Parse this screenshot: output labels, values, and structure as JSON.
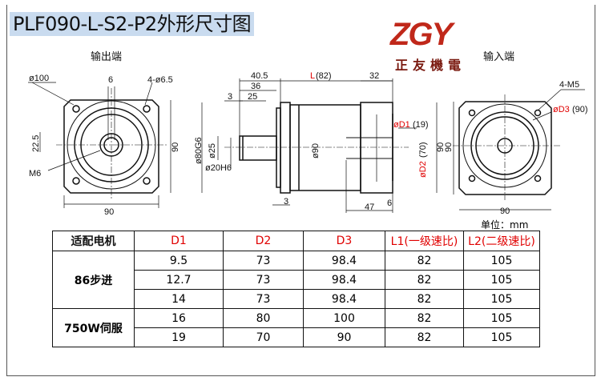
{
  "title": "PLF090-L-S2-P2外形尺寸图",
  "logo": {
    "text": "ZGY",
    "subtitle": "正友機電",
    "color": "#c0281a"
  },
  "output_view": {
    "label": "输出端",
    "dims": {
      "pcd": "ø100",
      "key": "6",
      "holes": "4-ø6.5",
      "shaft_height": "22.5",
      "height": "90",
      "width": "90",
      "thread": "M6"
    }
  },
  "side_view": {
    "dims": {
      "d40_5": "40.5",
      "d36": "36",
      "d3a": "3",
      "d25": "25",
      "L_prefix": "L",
      "L_value": "(82)",
      "d32": "32",
      "pilot": "ø80G6",
      "shaft": "ø25",
      "bore": "ø20H6",
      "body": "ø90",
      "d3b": "3",
      "d47": "47",
      "d6": "6",
      "height": "90",
      "D1_prefix": "øD1",
      "D1_value": "(19)",
      "D2_prefix": "øD2",
      "D2_value": "(70)"
    }
  },
  "input_view": {
    "label": "输入端",
    "dims": {
      "holes": "4-M5",
      "D3_prefix": "øD3",
      "D3_value": "(90)",
      "height": "90",
      "width": "90"
    }
  },
  "unit": "单位：mm",
  "table": {
    "headers": [
      "适配电机",
      "D1",
      "D2",
      "D3",
      "L1(一级速比)",
      "L2(二级速比)"
    ],
    "groups": [
      {
        "motor": "86步进",
        "rows": [
          [
            "9.5",
            "73",
            "98.4",
            "82",
            "105"
          ],
          [
            "12.7",
            "73",
            "98.4",
            "82",
            "105"
          ],
          [
            "14",
            "73",
            "98.4",
            "82",
            "105"
          ]
        ]
      },
      {
        "motor": "750W伺服",
        "rows": [
          [
            "16",
            "80",
            "100",
            "82",
            "105"
          ],
          [
            "19",
            "70",
            "90",
            "82",
            "105"
          ]
        ]
      }
    ]
  }
}
